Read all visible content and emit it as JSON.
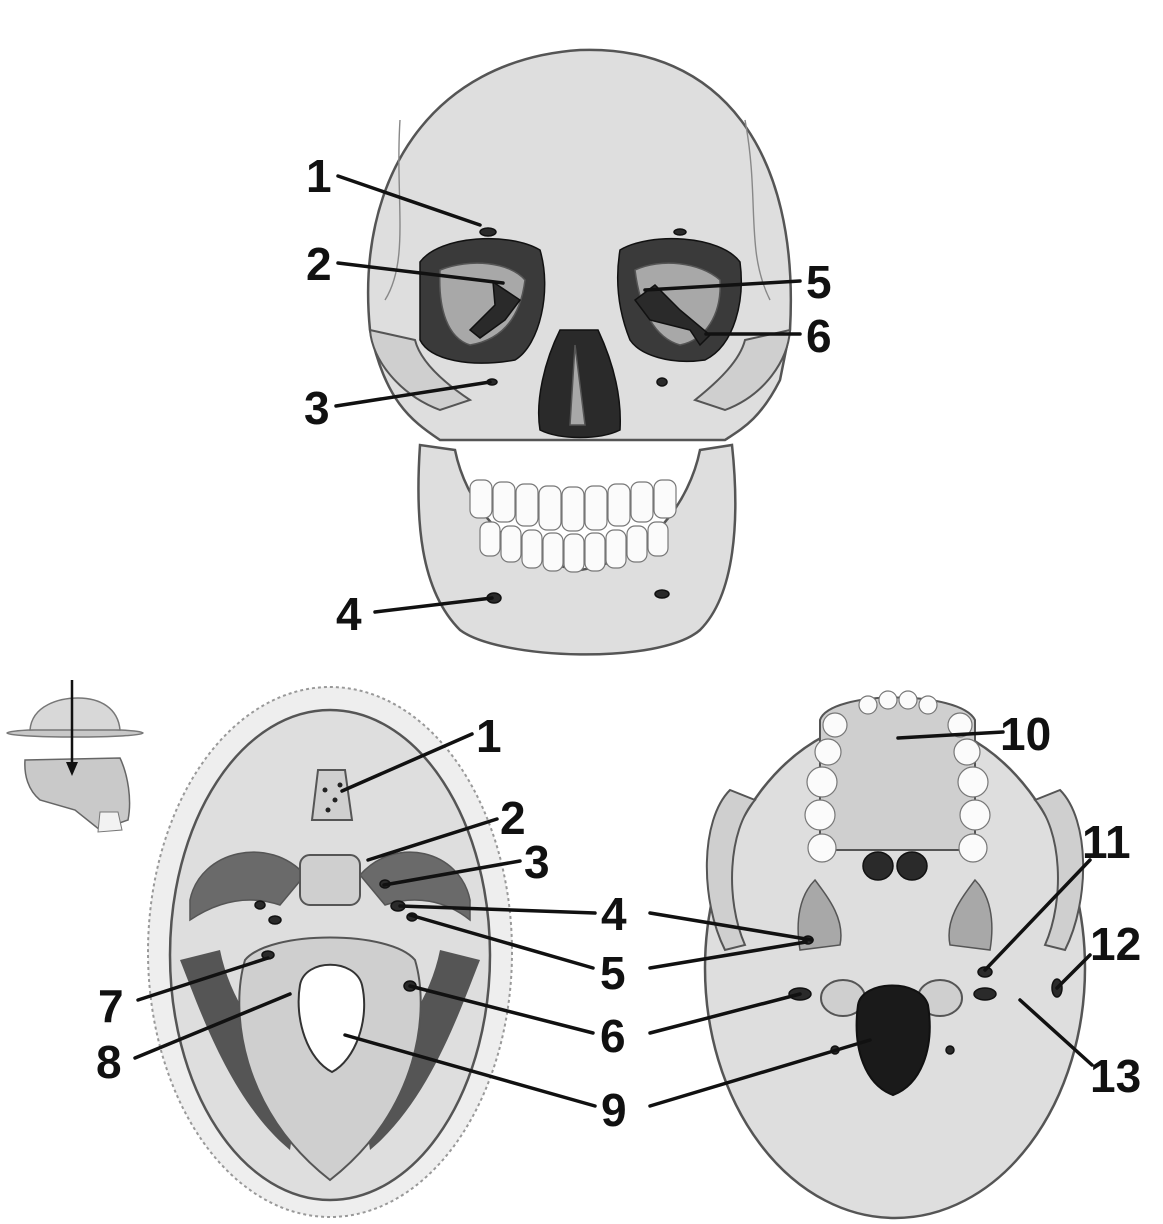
{
  "colors": {
    "ink": "#111111",
    "bone": "#dedede",
    "shadow": "#2a2a2a",
    "background": "#ffffff"
  },
  "icons": {
    "orientation": "transverse-section-arrow-icon"
  },
  "anterior_view": {
    "labels": [
      "1",
      "2",
      "3",
      "4",
      "5",
      "6"
    ]
  },
  "cranial_floor_view": {
    "labels": [
      "1",
      "2",
      "3",
      "4",
      "5",
      "6",
      "7",
      "8",
      "9"
    ]
  },
  "inferior_view": {
    "labels": [
      "10",
      "11",
      "12",
      "13"
    ]
  }
}
